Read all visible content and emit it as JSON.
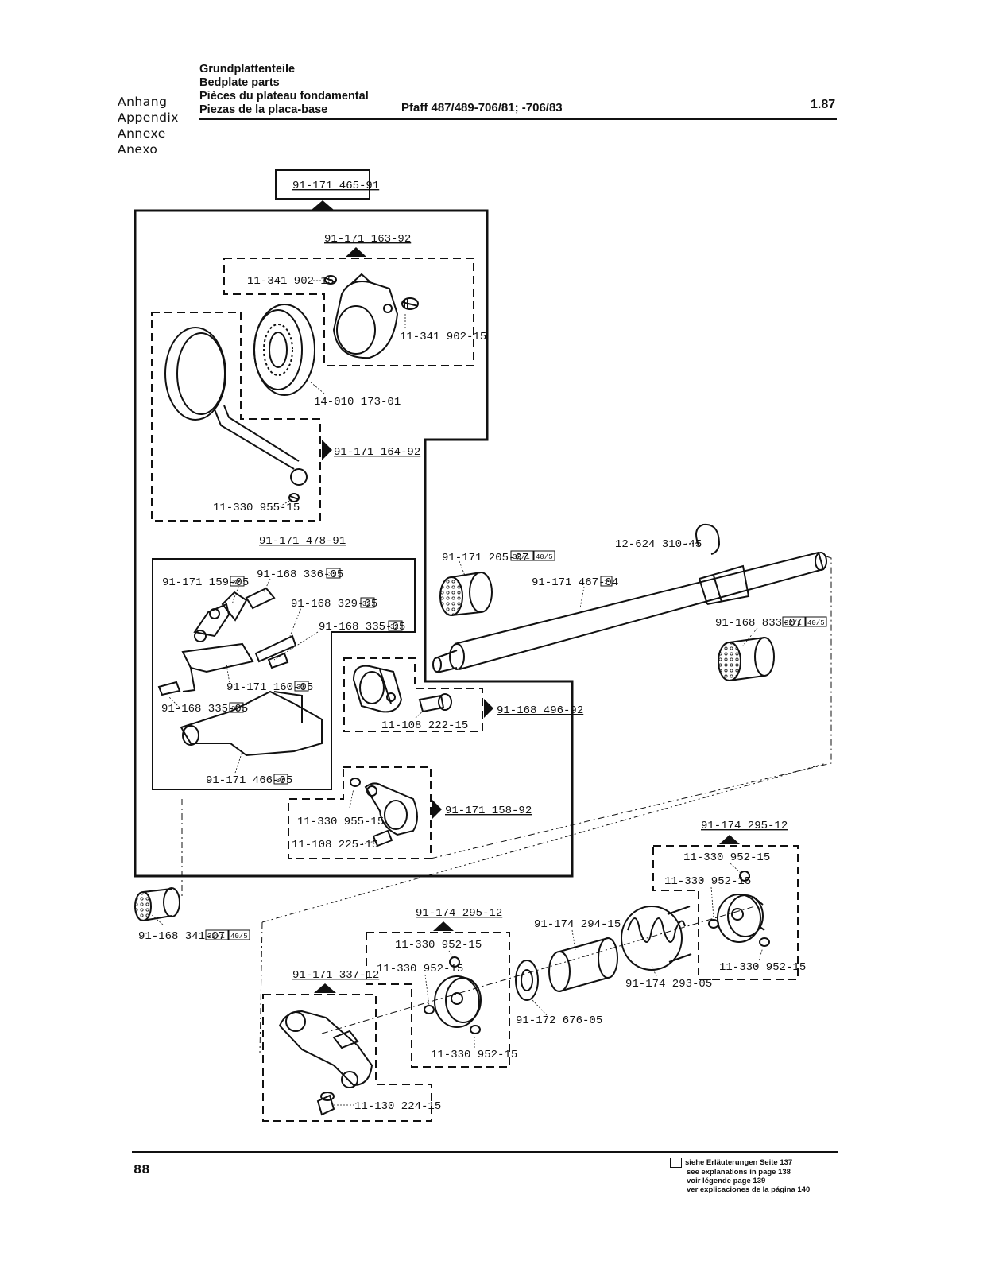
{
  "header": {
    "section_labels": [
      "Anhang",
      "Appendix",
      "Annexe",
      "Anexo"
    ],
    "titles": [
      "Grundplattenteile",
      "Bedplate parts",
      "Pièces du plateau fondamental",
      "Piezas de la placa-base"
    ],
    "model": "Pfaff 487/489-706/81; -706/83",
    "page_code": "1.87"
  },
  "footer": {
    "page_number": "88",
    "legend": [
      "siehe Erläuterungen Seite 137",
      "see explanations in page 138",
      "voir légende page 139",
      "ver explicaciones de la página 140"
    ]
  },
  "assemblies": {
    "main": "91-171 465-91",
    "eccentric": "91-171 163-92",
    "connecting_rod": "91-171 164-92",
    "lever_set": "91-171 478-91",
    "clamp_collar": "91-168 496-92",
    "crank_collar": "91-171 158-92",
    "collar_right": "91-174 295-12",
    "collar_left": "91-174 295-12",
    "crank_lever": "91-171 337-12"
  },
  "parts": {
    "set_screw_eccentric_left": "11-341 902-15",
    "set_screw_eccentric_right": "11-341 902-15",
    "ball_bearing": "14-010 173-01",
    "set_screw_rod": "11-330 955-15",
    "crank_lever_a": "91-171 159-05",
    "pin_a": "91-168 336-05",
    "pin_b": "91-168 329-05",
    "pin_c": "91-168 335-05",
    "crank_lever_b": "91-171 160-05",
    "pin_d": "91-168 335-05",
    "lever_body": "91-171 466-05",
    "bushing_left": "91-171 205-07",
    "shaft": "91-171 467-04",
    "retaining_ring": "12-624 310-45",
    "bushing_right": "91-168 833-07",
    "clamp_screw": "11-108 222-15",
    "crank_set_screw": "11-330 955-15",
    "crank_clamp_screw": "11-108 225-15",
    "bushing_bottom": "91-168 341-07",
    "right_screw_1": "11-330 952-15",
    "right_screw_2": "11-330 952-15",
    "right_screw_3": "11-330 952-15",
    "left_screw_1": "11-330 952-15",
    "left_screw_2": "11-330 952-15",
    "left_screw_3": "11-330 952-15",
    "sleeve": "91-174 294-15",
    "spring": "91-174 293-05",
    "washer": "91-172 676-05",
    "lever_screw": "11-130 224-15"
  },
  "notes": {
    "n32": "32",
    "n321": "32/1",
    "n405": "40/5",
    "n2": "2"
  }
}
